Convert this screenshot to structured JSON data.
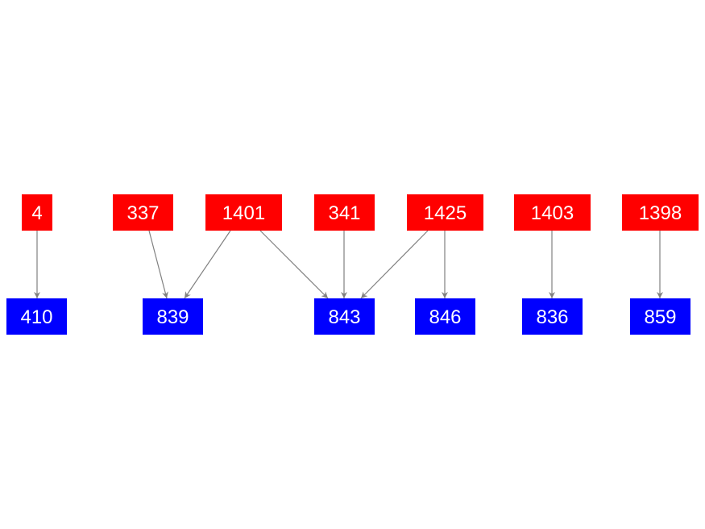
{
  "colors": {
    "source": "#ff0000",
    "target": "#0000ff",
    "edge": "#808080",
    "label": "#ffffff"
  },
  "nodes": [
    {
      "id": "4",
      "label": "4",
      "group": "source"
    },
    {
      "id": "337",
      "label": "337",
      "group": "source"
    },
    {
      "id": "1401",
      "label": "1401",
      "group": "source"
    },
    {
      "id": "341",
      "label": "341",
      "group": "source"
    },
    {
      "id": "1425",
      "label": "1425",
      "group": "source"
    },
    {
      "id": "1403",
      "label": "1403",
      "group": "source"
    },
    {
      "id": "1398",
      "label": "1398",
      "group": "source"
    },
    {
      "id": "410",
      "label": "410",
      "group": "target"
    },
    {
      "id": "839",
      "label": "839",
      "group": "target"
    },
    {
      "id": "843",
      "label": "843",
      "group": "target"
    },
    {
      "id": "846",
      "label": "846",
      "group": "target"
    },
    {
      "id": "836",
      "label": "836",
      "group": "target"
    },
    {
      "id": "859",
      "label": "859",
      "group": "target"
    }
  ],
  "edges": [
    {
      "from": "4",
      "to": "410"
    },
    {
      "from": "337",
      "to": "839"
    },
    {
      "from": "1401",
      "to": "839"
    },
    {
      "from": "1401",
      "to": "843"
    },
    {
      "from": "341",
      "to": "843"
    },
    {
      "from": "1425",
      "to": "843"
    },
    {
      "from": "1425",
      "to": "846"
    },
    {
      "from": "1403",
      "to": "836"
    },
    {
      "from": "1398",
      "to": "859"
    }
  ]
}
